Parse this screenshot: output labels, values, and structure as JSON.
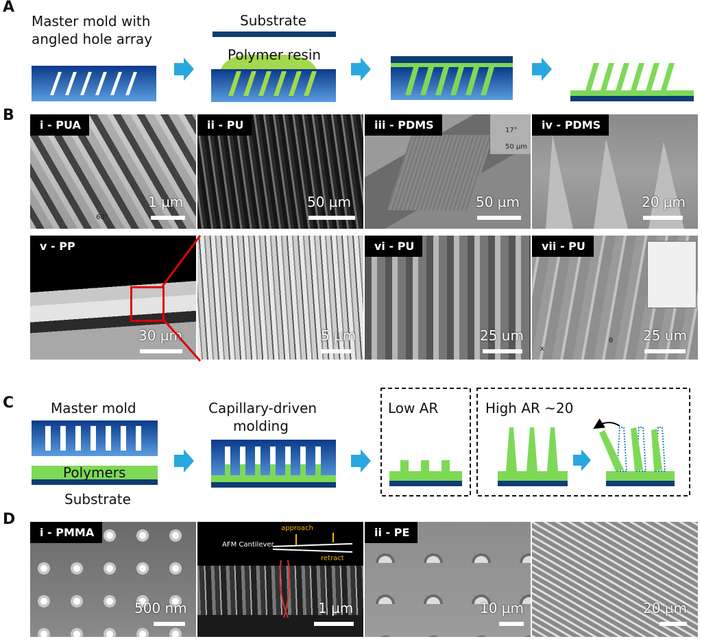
{
  "panels": {
    "a": {
      "letter": "A",
      "step1_line1": "Master mold with",
      "step1_line2": "angled hole array",
      "substrate": "Substrate",
      "resin": "Polymer resin"
    },
    "b": {
      "letter": "B",
      "images": [
        {
          "label": "i - PUA",
          "scale": "1 µm",
          "sub": "60°"
        },
        {
          "label": "ii - PU",
          "scale": "50 µm"
        },
        {
          "label": "iii - PDMS",
          "scale": "50 µm",
          "inset_angle": "17°",
          "inset_scale": "50 µm"
        },
        {
          "label": "iv - PDMS",
          "scale": "20 µm"
        },
        {
          "label": "v - PP",
          "scale": "30 µm"
        },
        {
          "label": "",
          "scale": "5 µm"
        },
        {
          "label": "vi - PU",
          "scale": "25 um"
        },
        {
          "label": "vii - PU",
          "scale": "25 um",
          "axis_x": "x",
          "axis_theta": "θ"
        }
      ]
    },
    "c": {
      "letter": "C",
      "master_mold": "Master mold",
      "polymers": "Polymers",
      "substrate": "Substrate",
      "capillary_line1": "Capillary-driven",
      "capillary_line2": "molding",
      "low_ar": "Low AR",
      "high_ar": "High AR ~20"
    },
    "d": {
      "letter": "D",
      "images": [
        {
          "label": "i - PMMA",
          "scale": "500 nm"
        },
        {
          "label": "",
          "scale": "1 µm",
          "cantilever": "AFM Cantilever",
          "approach": "approach",
          "retract": "retract"
        },
        {
          "label": "ii - PE",
          "scale": "10 µm"
        },
        {
          "label": "",
          "scale": "20 µm"
        }
      ]
    }
  },
  "colors": {
    "mold_dark": "#0a3a8a",
    "mold_light": "#4f93d8",
    "substrate": "#0d3d73",
    "polymer": "#7ed957",
    "arrow": "#29a8e0",
    "highlight": "#e00000"
  }
}
